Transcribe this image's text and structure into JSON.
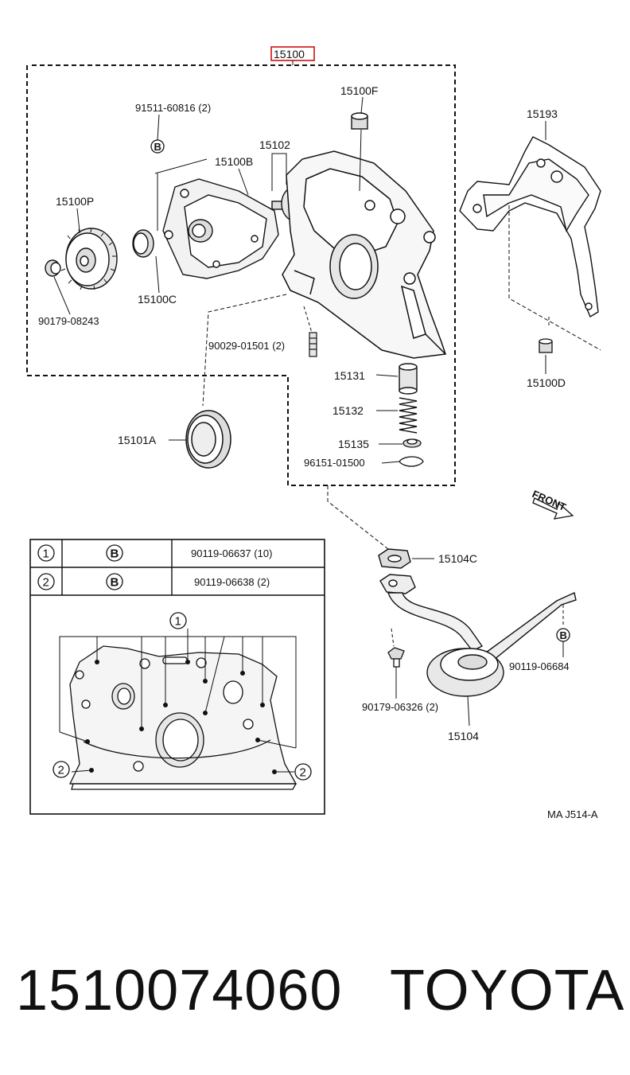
{
  "diagram": {
    "main_part_label": "15100",
    "code": "MA J514-A",
    "front_label": "FRONT",
    "callouts": {
      "p15100F": "15100F",
      "p15193": "15193",
      "bolt91511": "91511-60816 (2)",
      "p15102": "15102",
      "p15100B": "15100B",
      "p15100P": "15100P",
      "p15100C": "15100C",
      "bolt90179a": "90179-08243",
      "pin90029": "90029-01501 (2)",
      "p15100D": "15100D",
      "p15131": "15131",
      "p15132": "15132",
      "p15101A": "15101A",
      "p15135": "15135",
      "clip96151": "96151-01500",
      "p15104C": "15104C",
      "bolt90119c": "90119-06684",
      "bolt90179b": "90179-06326 (2)",
      "p15104": "15104"
    },
    "marker_b": "B",
    "table": {
      "rows": [
        {
          "index": "1",
          "marker": "B",
          "part": "90119-06637 (10)"
        },
        {
          "index": "2",
          "marker": "B",
          "part": "90119-06638 (2)"
        }
      ],
      "inset_markers": {
        "one": "1",
        "two": "2"
      }
    }
  },
  "footer": {
    "part_number": "1510074060",
    "brand": "TOYOTA"
  }
}
